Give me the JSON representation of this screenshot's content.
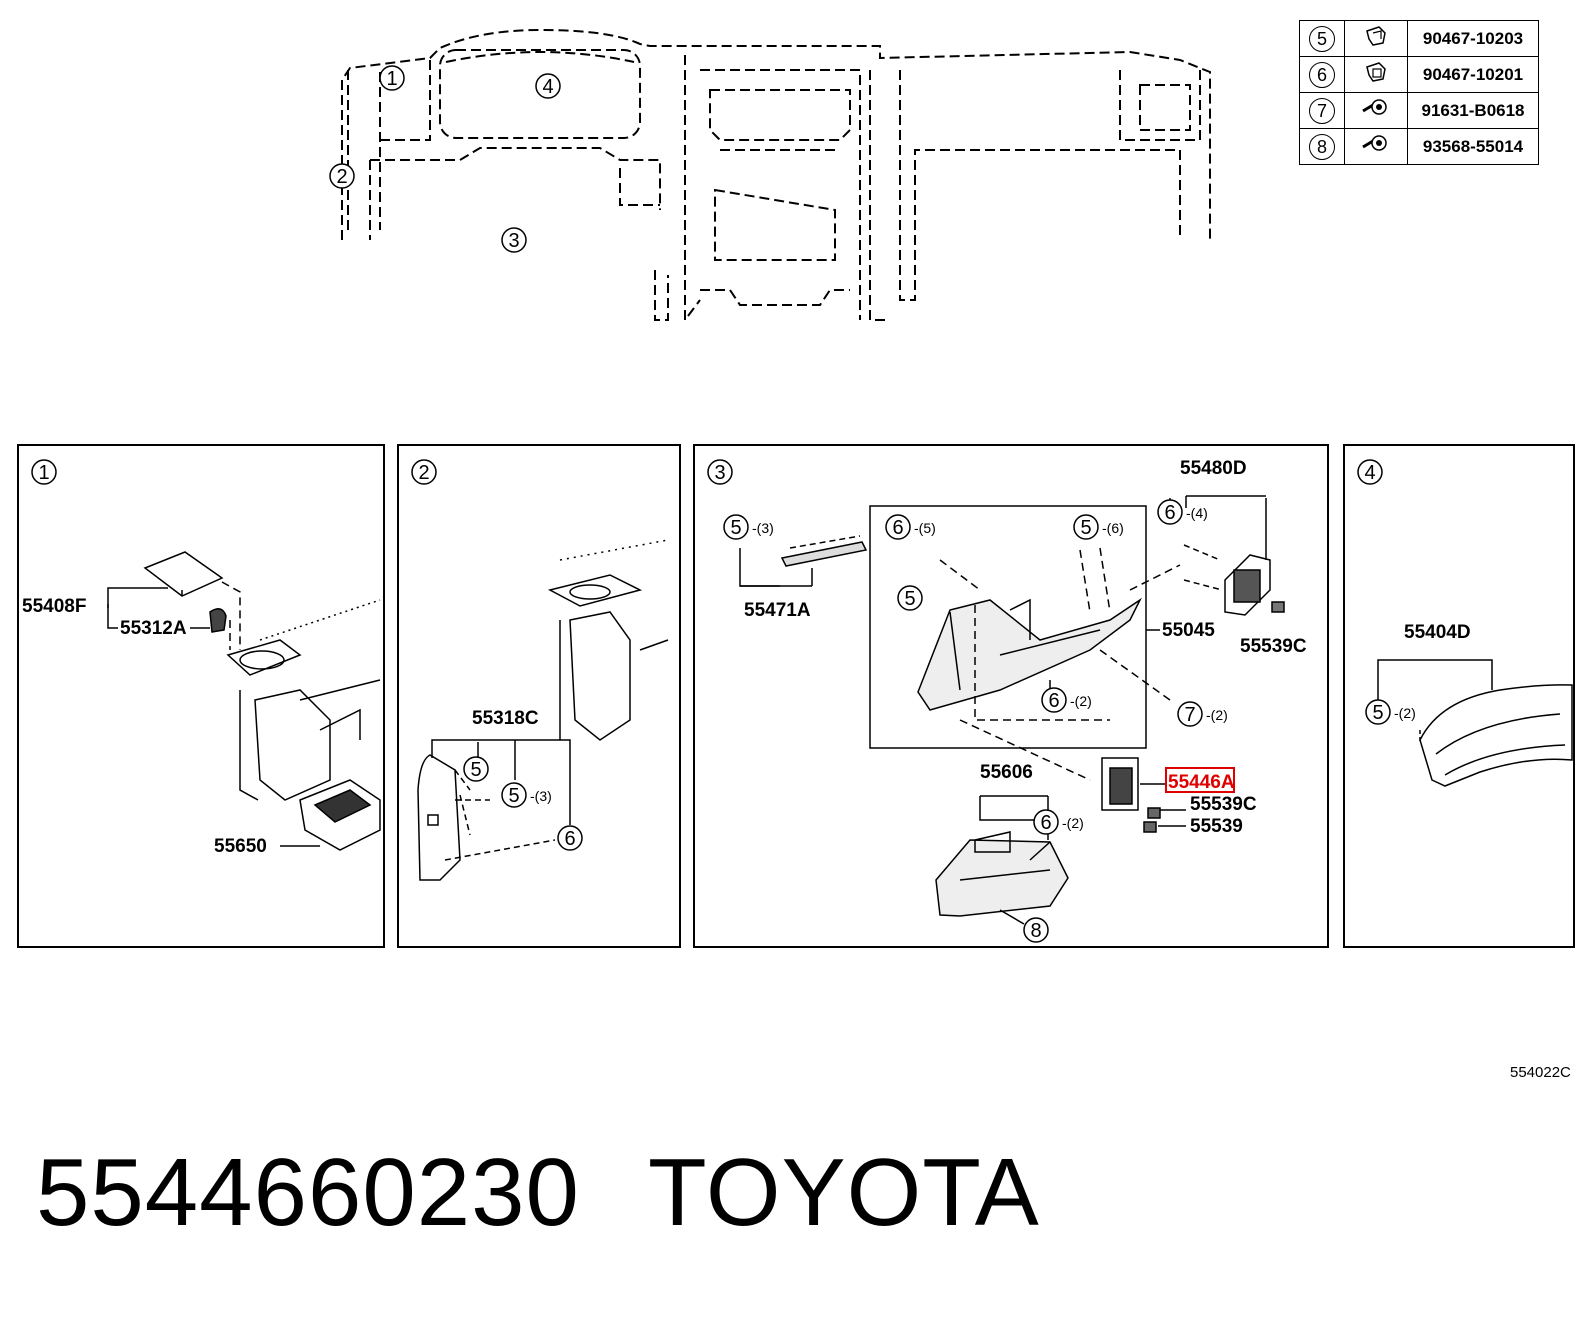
{
  "legend": [
    {
      "ref": "5",
      "part_no": "90467-10203",
      "icon": "clip-icon"
    },
    {
      "ref": "6",
      "part_no": "90467-10201",
      "icon": "clip-icon"
    },
    {
      "ref": "7",
      "part_no": "91631-B0618",
      "icon": "screw-icon"
    },
    {
      "ref": "8",
      "part_no": "93568-55014",
      "icon": "screw-icon"
    }
  ],
  "overview_markers": [
    "1",
    "2",
    "3",
    "4"
  ],
  "panels": {
    "p1": {
      "number": "1",
      "labels": {
        "a": "55408F",
        "b": "55312A",
        "c": "55650"
      }
    },
    "p2": {
      "number": "2",
      "labels": {
        "a": "55318C",
        "r5a": "5",
        "r5b": "5",
        "q5b": "-(3)",
        "r6": "6"
      }
    },
    "p3": {
      "number": "3",
      "labels": {
        "p55471a": "55471A",
        "r5a": "5",
        "q5a": "-(3)",
        "r6a": "6",
        "q6a": "-(5)",
        "r5b": "5",
        "q5b": "-(6)",
        "r5c": "5",
        "p55045": "55045",
        "r6b": "6",
        "q6b": "-(2)",
        "r7": "7",
        "q7": "-(2)",
        "p55480d": "55480D",
        "r6c": "6",
        "q6c": "-(4)",
        "p55539c_a": "55539C",
        "p55446a": "55446A",
        "p55539c_b": "55539C",
        "p55539": "55539",
        "p55606": "55606",
        "r6d": "6",
        "q6d": "-(2)",
        "r8": "8"
      }
    },
    "p4": {
      "number": "4",
      "labels": {
        "a": "55404D",
        "r5": "5",
        "q5": "-(2)"
      }
    }
  },
  "highlight_color": "#e00000",
  "image_code": "554022C",
  "footer": {
    "part_number": "5544660230",
    "brand": "TOYOTA"
  }
}
